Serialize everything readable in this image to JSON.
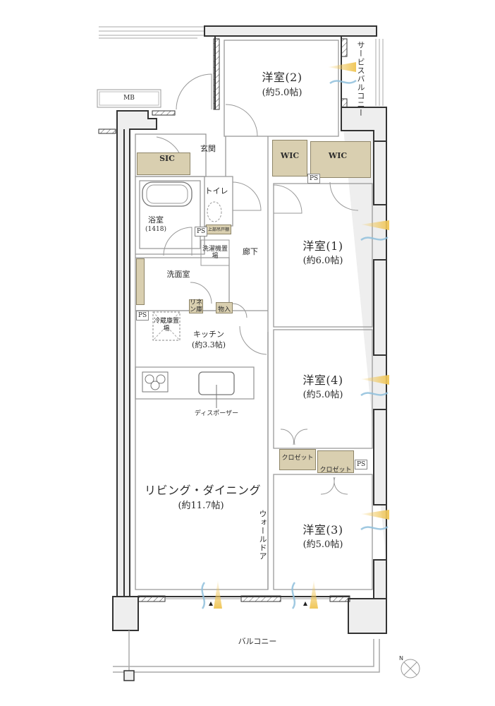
{
  "floor_plan": {
    "rooms": [
      {
        "id": "western-room-2",
        "name": "洋室(2)",
        "size": "(約5.0帖)"
      },
      {
        "id": "western-room-1",
        "name": "洋室(1)",
        "size": "(約6.0帖)"
      },
      {
        "id": "western-room-4",
        "name": "洋室(4)",
        "size": "(約5.0帖)"
      },
      {
        "id": "western-room-3",
        "name": "洋室(3)",
        "size": "(約5.0帖)"
      },
      {
        "id": "living-dining",
        "name": "リビング・ダイニング",
        "size": "(約11.7帖)"
      },
      {
        "id": "kitchen",
        "name": "キッチン",
        "size": "(約3.3帖)"
      },
      {
        "id": "bathroom",
        "name": "浴室",
        "size": "(1418)"
      },
      {
        "id": "washroom",
        "name": "洗面室"
      },
      {
        "id": "toilet",
        "name": "トイレ"
      },
      {
        "id": "hallway",
        "name": "廊下"
      },
      {
        "id": "entrance",
        "name": "玄関"
      }
    ],
    "storage": {
      "sic": "SIC",
      "wic_1": "WIC",
      "wic_2": "WIC",
      "closet_1": "クロゼット",
      "closet_2": "クロゼット",
      "linen": "リネン庫",
      "storeroom": "物入",
      "upper_cabinet": "上部吊戸棚"
    },
    "fixtures": {
      "washer": "洗濯機置場",
      "fridge": "冷蔵庫置場",
      "disposer": "ディスポーザー",
      "wall_door": "ウォールドア"
    },
    "outdoor": {
      "balcony": "バルコニー",
      "service_balcony": "サービスバルコニー",
      "meter_box": "MB"
    },
    "ps_labels": [
      "PS",
      "PS",
      "PS",
      "PS"
    ],
    "compass": {
      "north": "N"
    },
    "colors": {
      "wall": "#333333",
      "wall_fill": "#eeeeee",
      "storage_fill": "#d9cfb0",
      "light_arrow": "#f0c75a",
      "wind_arrow": "#8fbfdc"
    }
  }
}
